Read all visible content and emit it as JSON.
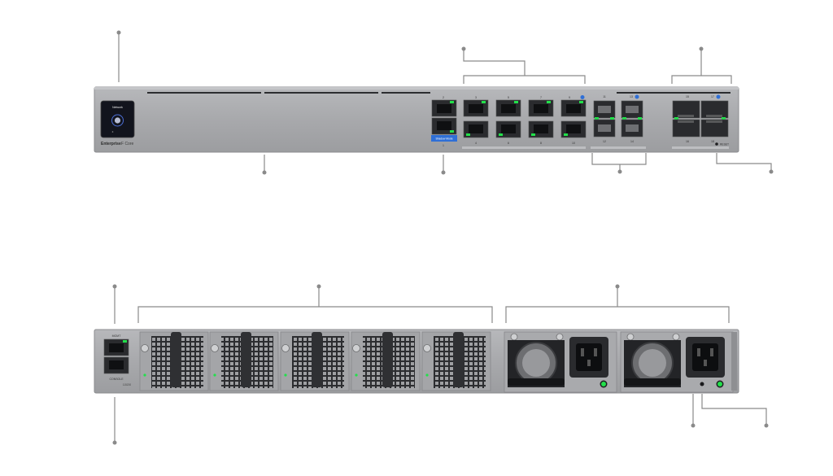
{
  "front_panel": {
    "brand_left": "Enterprise",
    "brand_right": "F Core",
    "screen_title": "Network",
    "shadow_mode": "Shadow Mode",
    "reset_label": "RESET",
    "port_top_numbers": [
      "2",
      "3",
      "5",
      "7",
      "9"
    ],
    "port_bottom_numbers": [
      "1",
      "4",
      "6",
      "8",
      "10"
    ],
    "sfp_top_numbers": [
      "11",
      "13"
    ],
    "sfp_bottom_numbers": [
      "12",
      "14"
    ],
    "qsfp_top_numbers": [
      "15",
      "17"
    ],
    "qsfp_bottom_numbers": [
      "16",
      "18"
    ]
  },
  "rear_panel": {
    "mgmt_label": "MGMT",
    "console_label": "CONSOLE",
    "console_baud": "115200",
    "fan_count": 5,
    "psu_count": 2
  },
  "colors": {
    "chassis": "#a7a8ab",
    "chassis_dark": "#8e8f92",
    "port_led_green": "#22e04a",
    "accent_blue": "#2f6fd6",
    "callout_line": "#8a8a8a"
  }
}
